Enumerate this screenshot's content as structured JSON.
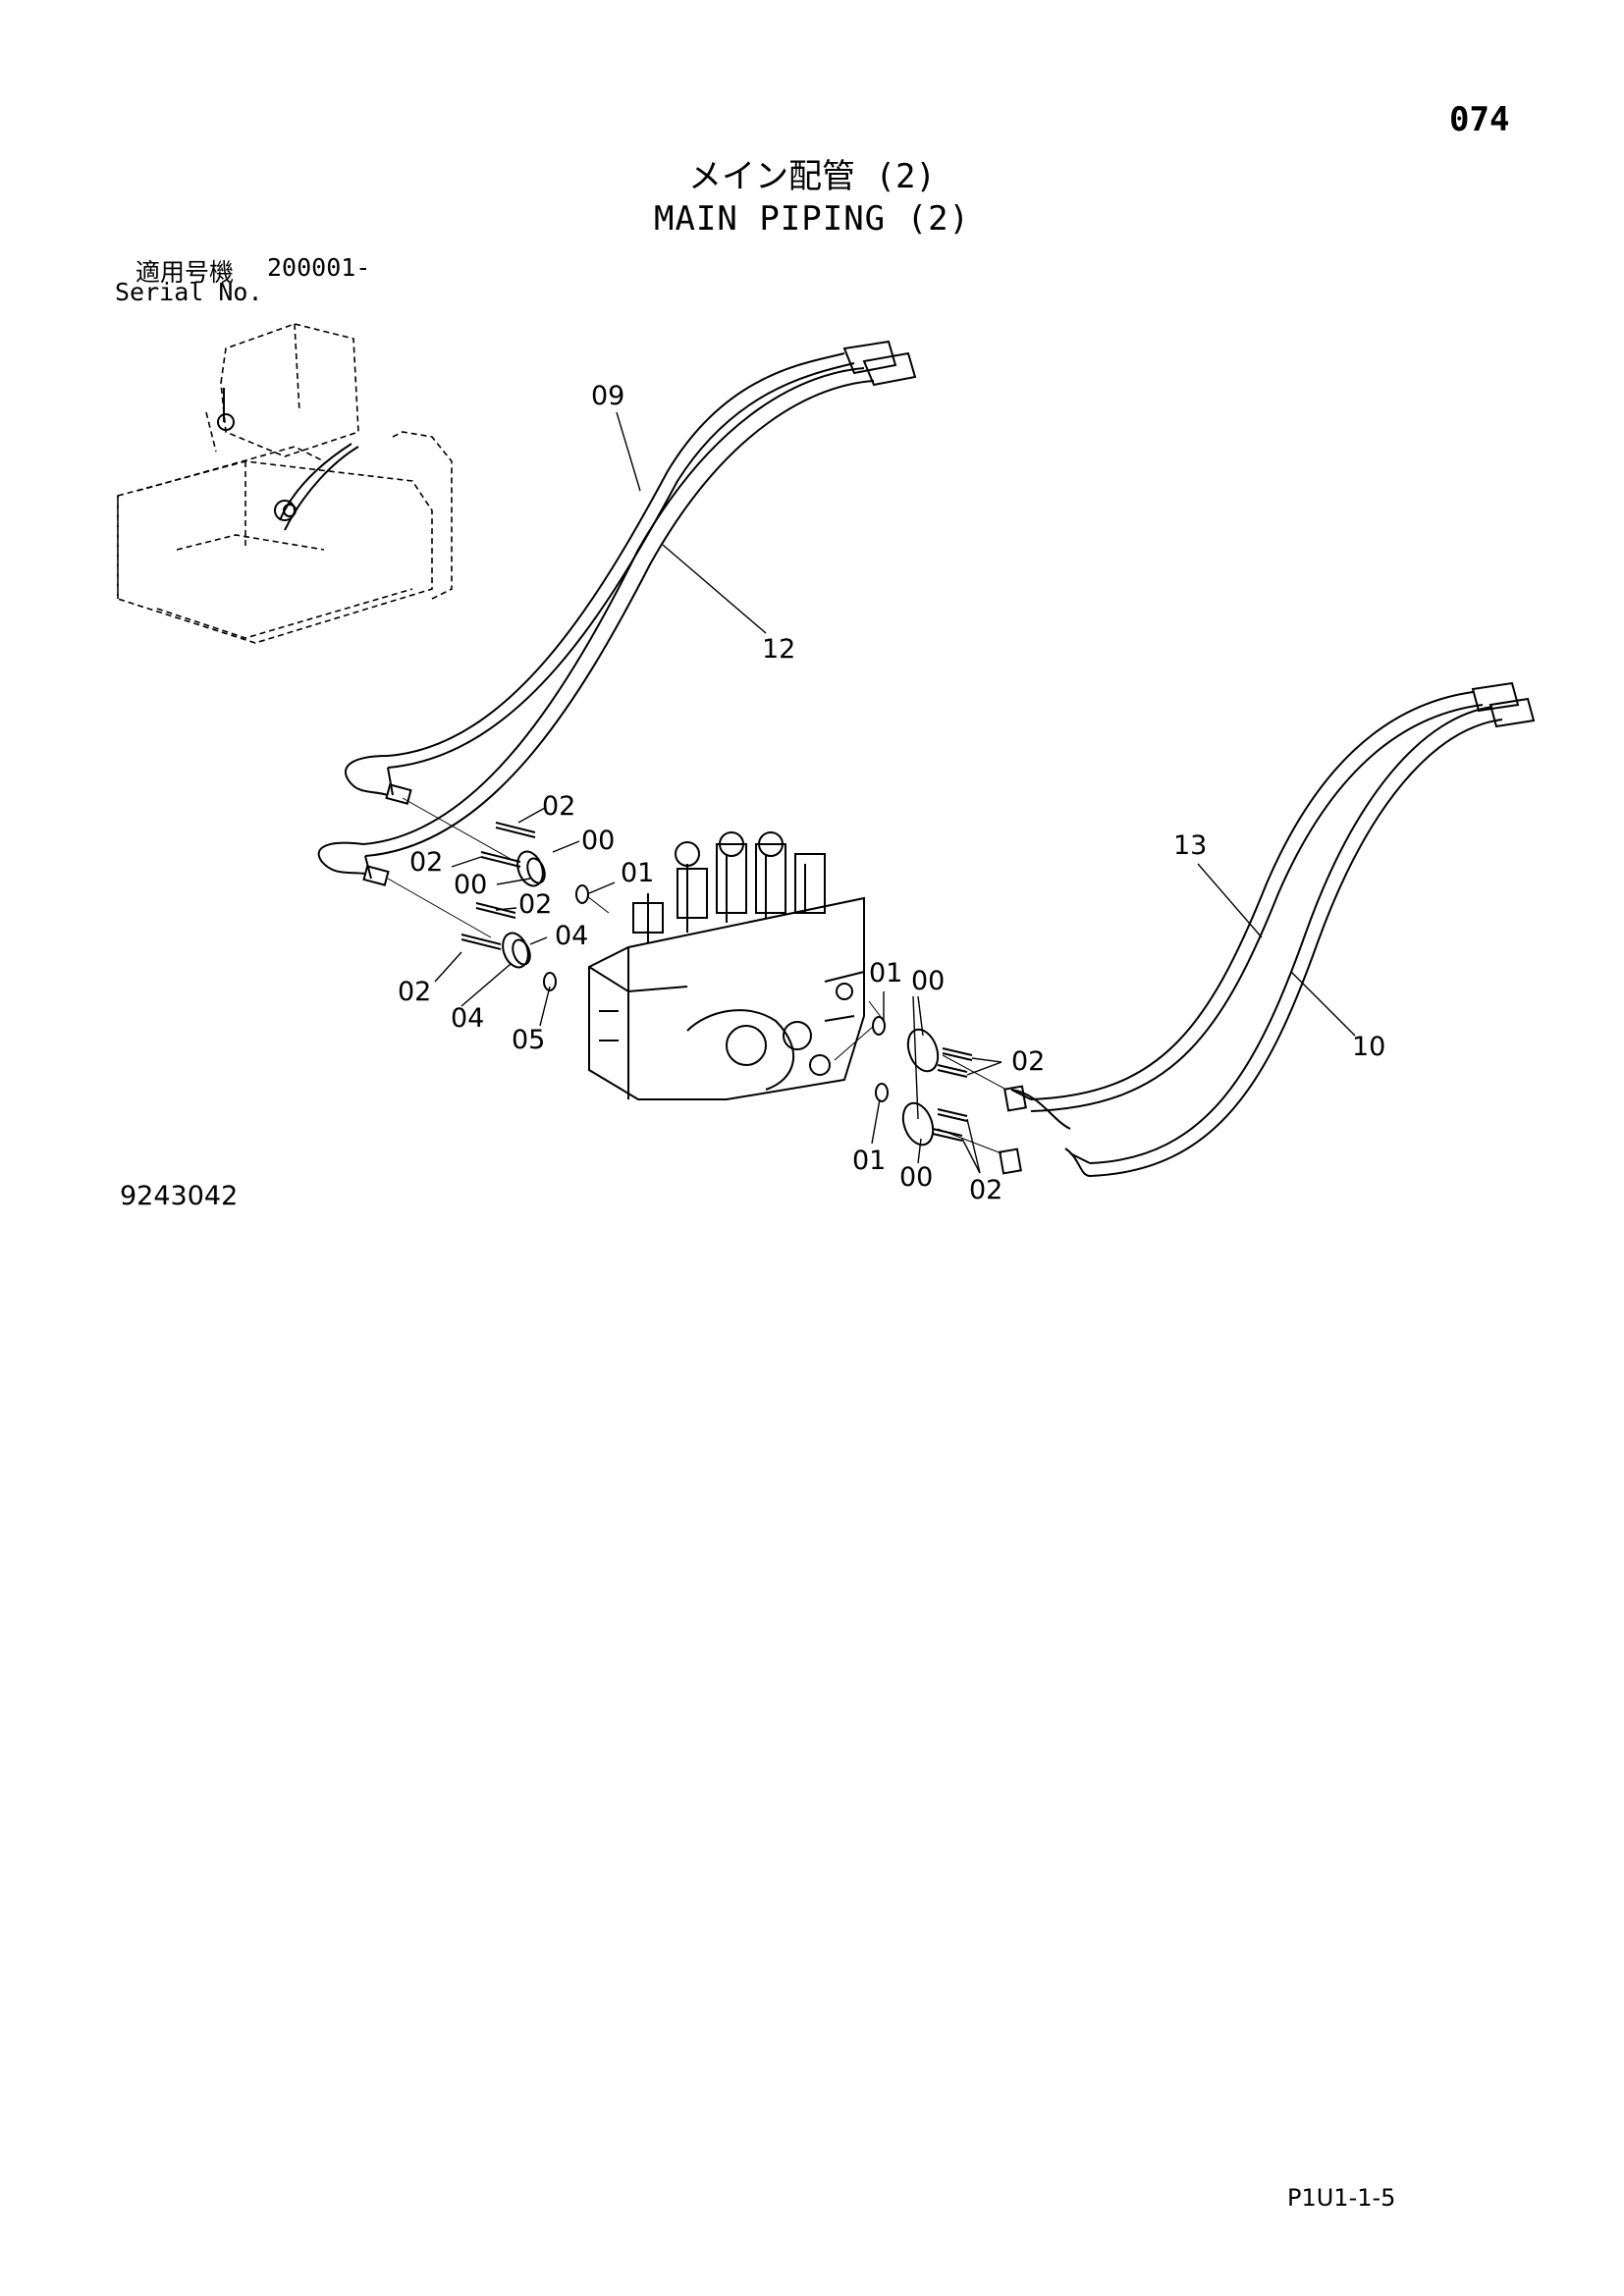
{
  "page_number": "074",
  "title_jp": "メイン配管 (2)",
  "title_en": "MAIN PIPING (2)",
  "serial_label_jp": "適用号機",
  "serial_range": "200001-",
  "serial_label_en": "Serial No.",
  "drawing_number": "9243042",
  "page_code": "P1U1-1-5",
  "callouts": {
    "c09": "09",
    "c12": "12",
    "c13": "13",
    "c10": "10",
    "c02a": "02",
    "c00a": "00",
    "c02b": "02",
    "c00b": "00",
    "c01a": "01",
    "c02c": "02",
    "c04a": "04",
    "c02d": "02",
    "c04b": "04",
    "c05": "05",
    "c01b": "01",
    "c00c": "00",
    "c02e": "02",
    "c01c": "01",
    "c00d": "00",
    "c02f": "02"
  }
}
